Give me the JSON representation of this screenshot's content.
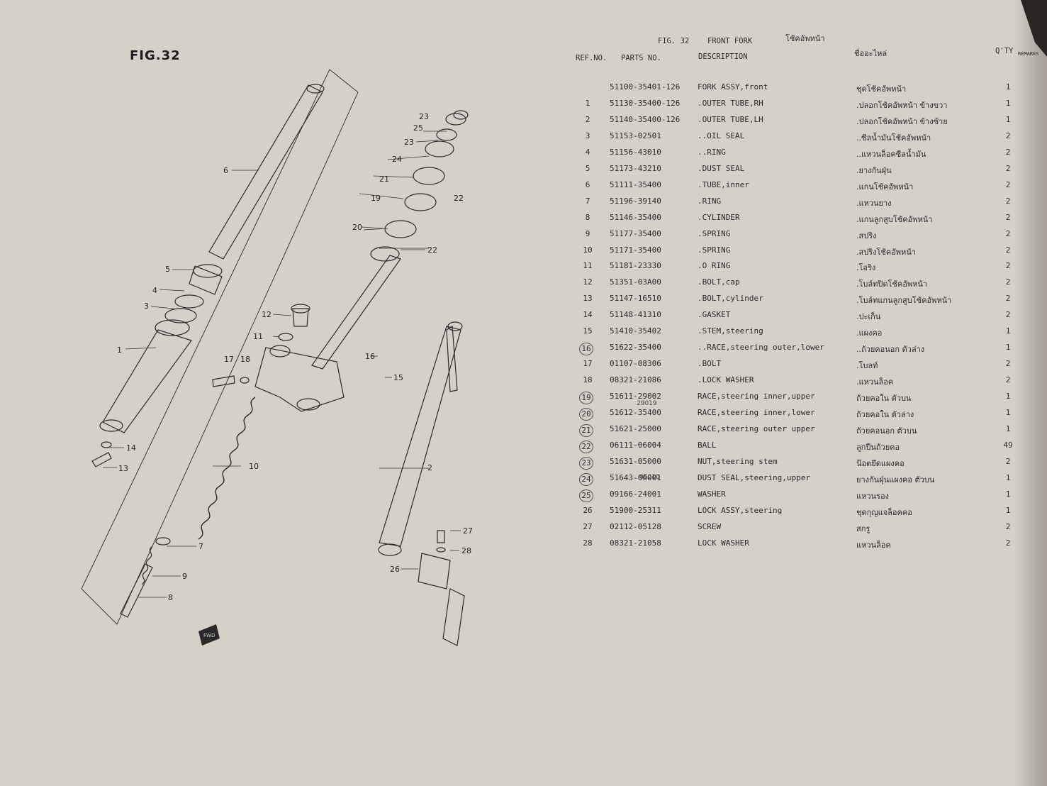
{
  "fig_label": "FIG.32",
  "header": {
    "fig_title": "FIG. 32",
    "title_en": "FRONT FORK",
    "title_th": "โช้คอัพหน้า",
    "col_ref": "REF.NO.",
    "col_parts": "PARTS NO.",
    "col_desc": "DESCRIPTION",
    "col_thai": "ชื่ออะไหล่",
    "col_qty": "Q'TY",
    "col_remarks": "REMARKS"
  },
  "rows": [
    {
      "ref": "",
      "part": "51100-35401-126",
      "desc": "FORK ASSY,front",
      "thai": "ชุดโช้คอัพหน้า",
      "qty": "1",
      "circled": false
    },
    {
      "ref": "1",
      "part": "51130-35400-126",
      "desc": ".OUTER TUBE,RH",
      "thai": ".ปลอกโช้คอัพหน้า ข้างขวา",
      "qty": "1",
      "circled": false
    },
    {
      "ref": "2",
      "part": "51140-35400-126",
      "desc": ".OUTER TUBE,LH",
      "thai": ".ปลอกโช้คอัพหน้า ข้างซ้าย",
      "qty": "1",
      "circled": false
    },
    {
      "ref": "3",
      "part": "51153-02501",
      "desc": "..OIL SEAL",
      "thai": "..ซีลน้ำมันโช้คอัพหน้า",
      "qty": "2",
      "circled": false
    },
    {
      "ref": "4",
      "part": "51156-43010",
      "desc": "..RING",
      "thai": "..แหวนล็อคซีลน้ำมัน",
      "qty": "2",
      "circled": false
    },
    {
      "ref": "5",
      "part": "51173-43210",
      "desc": ".DUST SEAL",
      "thai": ".ยางกันฝุ่น",
      "qty": "2",
      "circled": false
    },
    {
      "ref": "6",
      "part": "51111-35400",
      "desc": ".TUBE,inner",
      "thai": ".แกนโช้คอัพหน้า",
      "qty": "2",
      "circled": false
    },
    {
      "ref": "7",
      "part": "51196-39140",
      "desc": ".RING",
      "thai": ".แหวนยาง",
      "qty": "2",
      "circled": false
    },
    {
      "ref": "8",
      "part": "51146-35400",
      "desc": ".CYLINDER",
      "thai": ".แกนลูกสูบโช้คอัพหน้า",
      "qty": "2",
      "circled": false
    },
    {
      "ref": "9",
      "part": "51177-35400",
      "desc": ".SPRING",
      "thai": ".สปริง",
      "qty": "2",
      "circled": false
    },
    {
      "ref": "10",
      "part": "51171-35400",
      "desc": ".SPRING",
      "thai": ".สปริงโช้คอัพหน้า",
      "qty": "2",
      "circled": false
    },
    {
      "ref": "11",
      "part": "51181-23330",
      "desc": ".O RING",
      "thai": ".โอริง",
      "qty": "2",
      "circled": false
    },
    {
      "ref": "12",
      "part": "51351-03A00",
      "desc": ".BOLT,cap",
      "thai": ".โบล์ทปิดโช้คอัพหน้า",
      "qty": "2",
      "circled": false
    },
    {
      "ref": "13",
      "part": "51147-16510",
      "desc": ".BOLT,cylinder",
      "thai": ".โบล์ทแกนลูกสูบโช้คอัพหน้า",
      "qty": "2",
      "circled": false
    },
    {
      "ref": "14",
      "part": "51148-41310",
      "desc": ".GASKET",
      "thai": ".ปะเก็น",
      "qty": "2",
      "circled": false
    },
    {
      "ref": "15",
      "part": "51410-35402",
      "desc": ".STEM,steering",
      "thai": ".แผงคอ",
      "qty": "1",
      "circled": false
    },
    {
      "ref": "16",
      "part": "51622-35400",
      "desc": "..RACE,steering outer,lower",
      "thai": "..ถ้วยคอนอก ตัวล่าง",
      "qty": "1",
      "circled": true
    },
    {
      "ref": "17",
      "part": "01107-08306",
      "desc": ".BOLT",
      "thai": ".โบลท์",
      "qty": "2",
      "circled": false
    },
    {
      "ref": "18",
      "part": "08321-21086",
      "desc": ".LOCK WASHER",
      "thai": ".แหวนล็อค",
      "qty": "2",
      "circled": false
    },
    {
      "ref": "19",
      "part": "51611-29002",
      "desc": "RACE,steering inner,upper",
      "thai": "ถ้วยคอใน ตัวบน",
      "qty": "1",
      "circled": true
    },
    {
      "ref": "20",
      "part": "51612-35400",
      "desc": "RACE,steering inner,lower",
      "thai": "ถ้วยคอใน ตัวล่าง",
      "qty": "1",
      "circled": true
    },
    {
      "ref": "21",
      "part": "51621-25000",
      "desc": "RACE,steering outer upper",
      "thai": "ถ้วยคอนอก ตัวบน",
      "qty": "1",
      "circled": true
    },
    {
      "ref": "22",
      "part": "06111-06004",
      "desc": "BALL",
      "thai": "ลูกปืนถ้วยคอ",
      "qty": "49",
      "circled": true
    },
    {
      "ref": "23",
      "part": "51631-05000",
      "desc": "NUT,steering stem",
      "thai": "น๊อตยึดแผงคอ",
      "qty": "2",
      "circled": true
    },
    {
      "ref": "24",
      "part": "51643-06001",
      "desc": "DUST SEAL,steering,upper",
      "thai": "ยางกันฝุ่นแผงคอ ตัวบน",
      "qty": "1",
      "circled": true
    },
    {
      "ref": "25",
      "part": "09166-24001",
      "desc": "WASHER",
      "thai": "แหวนรอง",
      "qty": "1",
      "circled": true
    },
    {
      "ref": "26",
      "part": "51900-25311",
      "desc": "LOCK ASSY,steering",
      "thai": "ชุดกุญแจล็อคคอ",
      "qty": "1",
      "circled": false
    },
    {
      "ref": "27",
      "part": "02112-05128",
      "desc": "SCREW",
      "thai": "สกรู",
      "qty": "2",
      "circled": false
    },
    {
      "ref": "28",
      "part": "08321-21058",
      "desc": "LOCK WASHER",
      "thai": "แหวนล็อค",
      "qty": "2",
      "circled": false
    }
  ],
  "hand_notes": {
    "note_19": "29019",
    "note_23": "05010"
  },
  "diagram": {
    "callouts": [
      "1",
      "2",
      "3",
      "4",
      "5",
      "6",
      "7",
      "8",
      "9",
      "10",
      "11",
      "12",
      "13",
      "14",
      "15",
      "16",
      "17",
      "18",
      "19",
      "20",
      "21",
      "22",
      "22",
      "23",
      "23",
      "24",
      "25",
      "26",
      "27",
      "28"
    ],
    "fwd_label": "FWD"
  }
}
